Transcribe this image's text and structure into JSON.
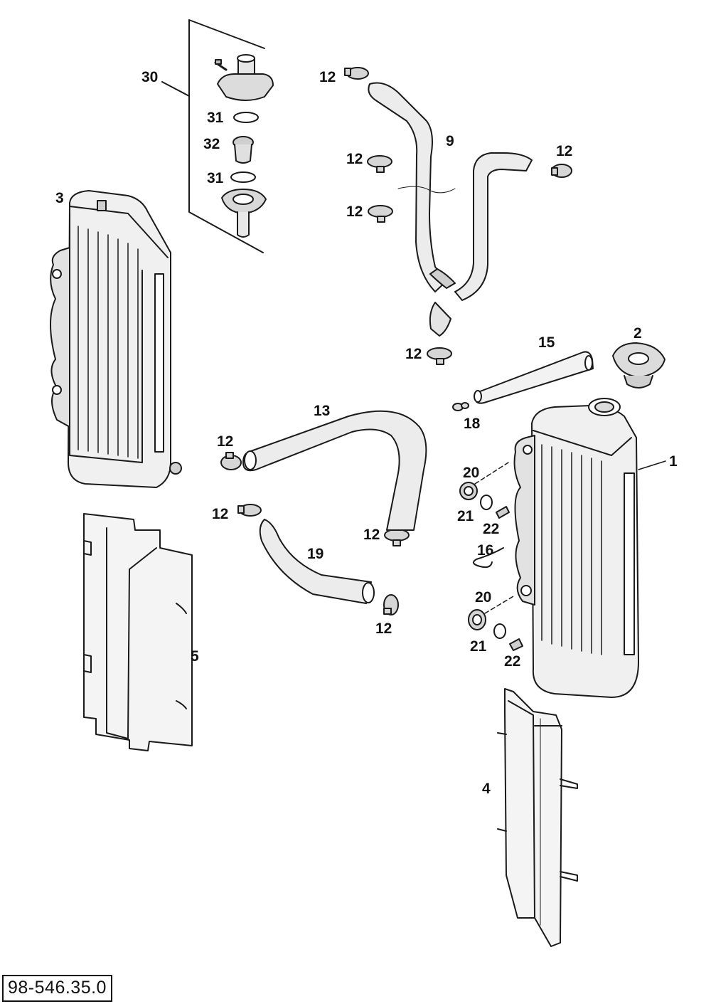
{
  "diagram": {
    "drawing_number": "98-546.35.0",
    "callouts": {
      "radiator_right": "1",
      "radiator_cap": "2",
      "radiator_left": "3",
      "guard_right": "4",
      "guard_left": "5",
      "hose_y": "9",
      "clamp_top": "12",
      "clamp_upper_mid": "12",
      "clamp_lower_mid": "12",
      "clamp_right": "12",
      "clamp_y_bottom": "12",
      "clamp_hose13_left": "12",
      "clamp_hose13_right": "12",
      "clamp_hose19_left": "12",
      "clamp_hose19_right": "12",
      "hose_13": "13",
      "overflow_hose": "15",
      "hose_clip": "16",
      "hose_clamp_small": "18",
      "hose_19": "19",
      "grommet_upper": "20",
      "grommet_lower": "20",
      "washer_upper": "21",
      "washer_lower": "21",
      "bolt_upper": "22",
      "bolt_lower": "22",
      "thermostat_housing": "30",
      "o_ring_upper": "31",
      "o_ring_lower": "31",
      "thermostat": "32"
    }
  }
}
